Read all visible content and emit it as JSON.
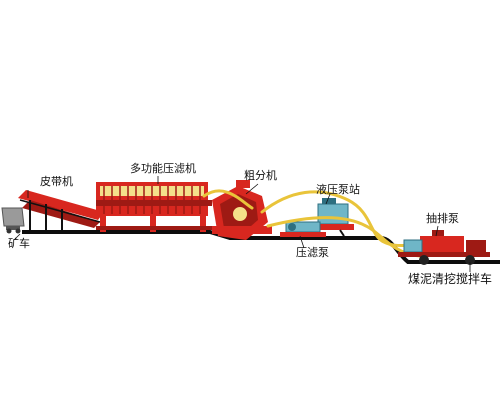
{
  "labels": {
    "mine_cart": "矿车",
    "belt_conveyor": "皮带机",
    "multi_function_filter_press": "多功能压滤机",
    "coarse_separator": "粗分机",
    "hydraulic_pump_station": "液压泵站",
    "filter_press_pump": "压滤泵",
    "extraction_pump": "抽排泵",
    "coal_slurry_cleaning_mixer_truck": "煤泥清挖搅拌车"
  },
  "colors": {
    "machine_red": "#d8271f",
    "machine_dark_red": "#9e1a14",
    "pipe_yellow": "#e9c43a",
    "track_black": "#0d0d0d",
    "pump_teal": "#6fb6c7",
    "cart_gray": "#9a9a9a"
  }
}
